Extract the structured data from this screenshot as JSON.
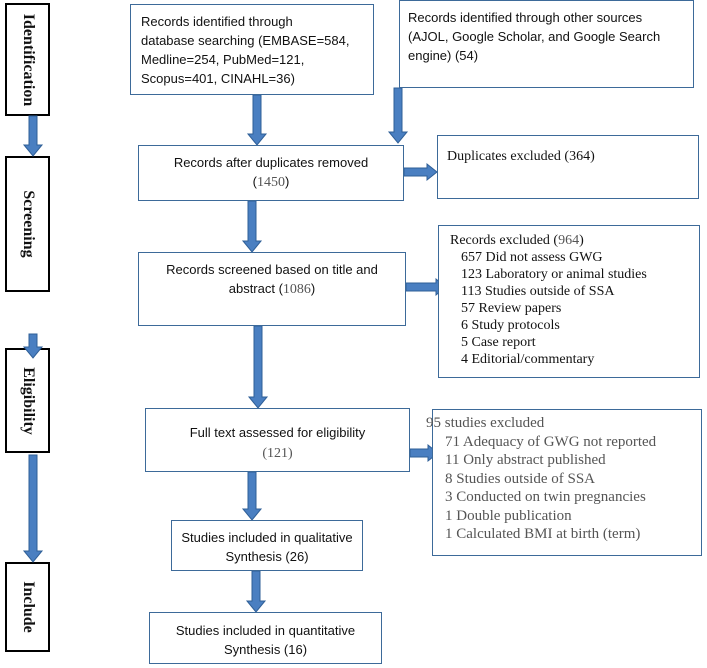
{
  "stages": {
    "identification": "Identification",
    "screening": "Screening",
    "eligibility": "Eligibility",
    "include": "Include"
  },
  "db_search": {
    "line1": "Records identified through",
    "line2": "database searching (EMBASE=584,",
    "line3": "Medline=254, PubMed=121,",
    "line4": "Scopus=401, CINAHL=36)"
  },
  "other_sources": {
    "line1": "Records identified through other sources",
    "line2": "(AJOL, Google Scholar, and Google Search",
    "line3": "engine) (54)"
  },
  "dedup": {
    "label": "Records after duplicates removed",
    "open": "(",
    "count": "1450",
    "close": ")"
  },
  "duplicates": {
    "label": "Duplicates excluded (364)"
  },
  "screened": {
    "line1": "Records screened based on title and",
    "line2": "abstract (",
    "count": "1086",
    "close": ")"
  },
  "excluded_records": {
    "title": "Records excluded (",
    "count": "964",
    "close": ")",
    "items": [
      "657 Did not assess GWG",
      "123 Laboratory or animal studies",
      "113 Studies outside of SSA",
      "57 Review papers",
      "6 Study protocols",
      "5 Case report",
      "4 Editorial/commentary"
    ]
  },
  "fulltext": {
    "label": "Full text assessed for eligibility",
    "count": "(121)"
  },
  "excluded_studies": {
    "title": "95 studies excluded",
    "items": [
      "71 Adequacy of GWG not reported",
      "11 Only abstract published",
      "8 Studies outside of SSA",
      "3 Conducted on twin pregnancies",
      "1 Double publication",
      "1 Calculated BMI at birth (term)"
    ]
  },
  "qualitative": {
    "line1": "Studies included in qualitative",
    "line2": "Synthesis (26)"
  },
  "quantitative": {
    "line1": "Studies included in quantitative",
    "line2": "Synthesis (16)"
  },
  "colors": {
    "arrow": "#4a7fc1",
    "arrow_edge": "#2f5f97",
    "box_border": "#3d6a99"
  }
}
